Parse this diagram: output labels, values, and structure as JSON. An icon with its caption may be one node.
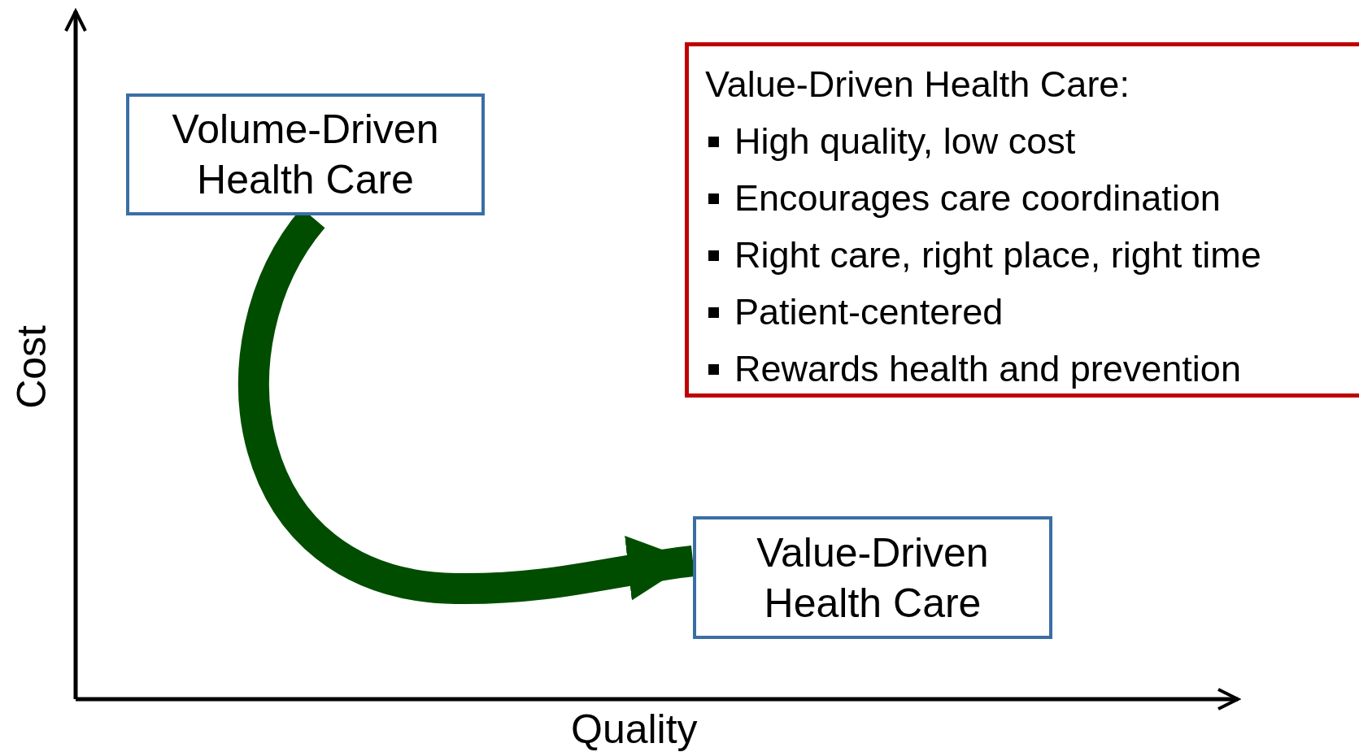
{
  "diagram": {
    "nodes": [
      {
        "text": [
          "Volume-Driven Health Care"
        ]
      },
      {
        "text": [
          "Value-Driven Health Care:",
          "High quality, low cost",
          "Encourages care coordination",
          "Right care, right place, right time",
          "Patient-centered",
          "Rewards health and prevention"
        ]
      },
      {
        "text": [
          "Value-Driven Health Care"
        ]
      }
    ],
    "edges": [
      {
        "from": 0,
        "to": 2,
        "arrow": "to"
      }
    ],
    "labels": [
      "Cost",
      "Quality"
    ]
  }
}
